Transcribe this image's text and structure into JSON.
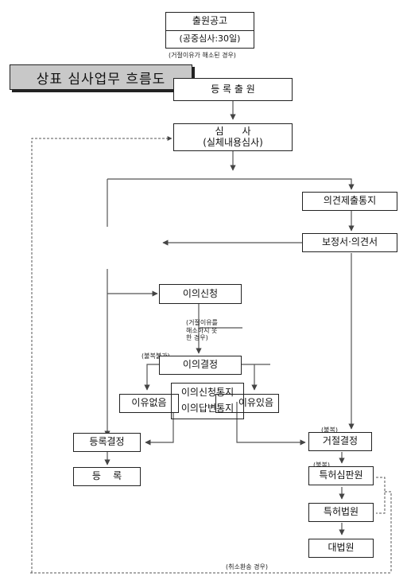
{
  "title": "상표 심사업무 흐름도",
  "nodes": {
    "publication": "출원공고",
    "opposition_period": "(공중심사:30일)",
    "application": "등 록 출 원",
    "exam_line1": "심      사",
    "exam_line2": "(실체내용심사)",
    "opinion_notice": "의견제출통지",
    "amendment": "보정서·의견서",
    "opposition": "이의신청",
    "opposition_decision": "이의결정",
    "no_reason": "이유없음",
    "opp_notice": "이의신청통지",
    "opp_reply": "이의답변통지",
    "has_reason": "이유있음",
    "reg_decision": "등록결정",
    "registration": "등    록",
    "rejection": "거절결정",
    "trial": "특허심판원",
    "patent_court": "특허법원",
    "supreme_court": "대법원"
  },
  "notes": {
    "reason_resolved": "(거절이유가 해소된 경우)",
    "reason_not_resolved_1": "(거절이유를",
    "reason_not_resolved_2": "해소하지 못",
    "reason_not_resolved_3": "한 경우)",
    "no_appeal": "(불복불가)",
    "appeal_1": "(불복)",
    "appeal_2": "(불복)",
    "cancel_return": "(취소환송 경우)"
  }
}
